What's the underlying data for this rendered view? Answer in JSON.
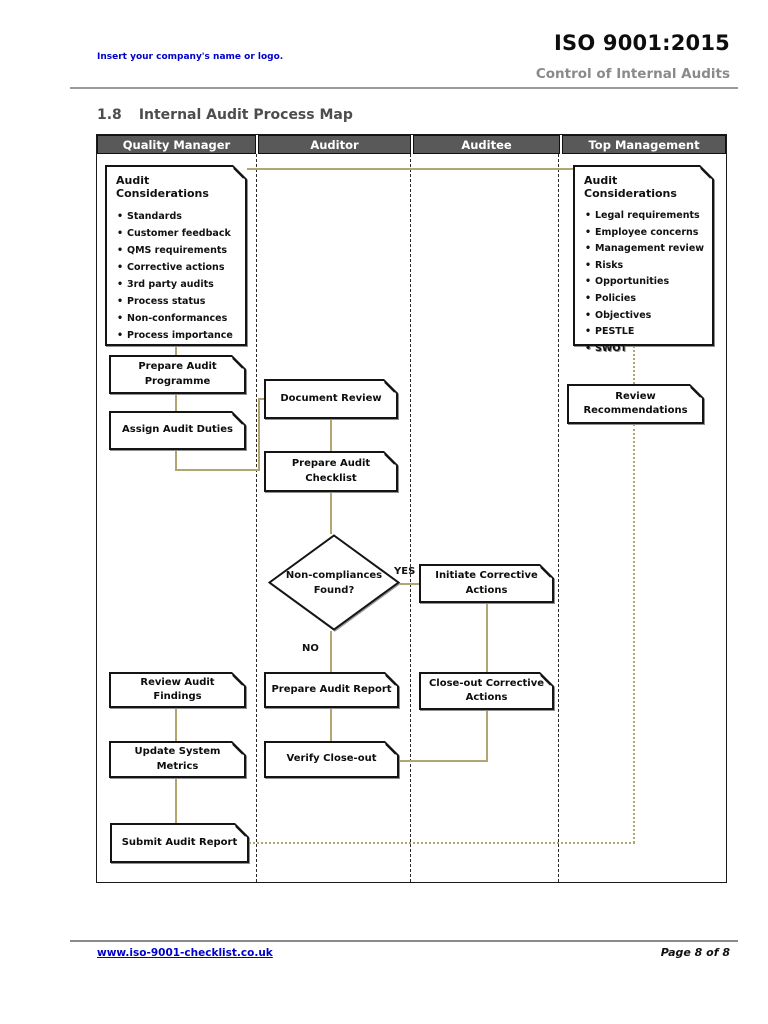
{
  "header": {
    "company_placeholder": "Insert your company's name or logo.",
    "title": "ISO 9001:2015",
    "subtitle": "Control of Internal Audits"
  },
  "section": {
    "number": "1.8",
    "title": "Internal Audit Process Map"
  },
  "diagram": {
    "lanes": [
      "Quality Manager",
      "Auditor",
      "Auditee",
      "Top Management"
    ],
    "nodes": {
      "ac_left": {
        "title": "Audit Considerations",
        "bullets": [
          "Standards",
          "Customer feedback",
          "QMS requirements",
          "Corrective actions",
          "3rd party audits",
          "Process status",
          "Non-conformances",
          "Process importance"
        ]
      },
      "ac_right": {
        "title": "Audit Considerations",
        "bullets": [
          "Legal requirements",
          "Employee concerns",
          "Management review",
          "Risks",
          "Opportunities",
          "Policies",
          "Objectives",
          "PESTLE",
          "SWOT"
        ]
      },
      "prepare_programme": {
        "label": "Prepare Audit Programme"
      },
      "assign_duties": {
        "label": "Assign Audit Duties"
      },
      "document_review": {
        "label": "Document Review"
      },
      "prepare_checklist": {
        "label": "Prepare Audit Checklist"
      },
      "decision": {
        "label": "Non-compliances Found?",
        "yes_label": "YES",
        "no_label": "NO"
      },
      "initiate_ca": {
        "label": "Initiate Corrective Actions"
      },
      "closeout_ca": {
        "label": "Close-out Corrective Actions"
      },
      "prepare_report": {
        "label": "Prepare Audit Report"
      },
      "verify_closeout": {
        "label": "Verify Close-out"
      },
      "review_findings": {
        "label": "Review Audit Findings"
      },
      "update_metrics": {
        "label": "Update System Metrics"
      },
      "submit_report": {
        "label": "Submit Audit Report"
      },
      "review_recommendations": {
        "label": "Review Recommendations"
      }
    }
  },
  "footer": {
    "link": "www.iso-9001-checklist.co.uk",
    "page": "Page 8 of 8"
  }
}
